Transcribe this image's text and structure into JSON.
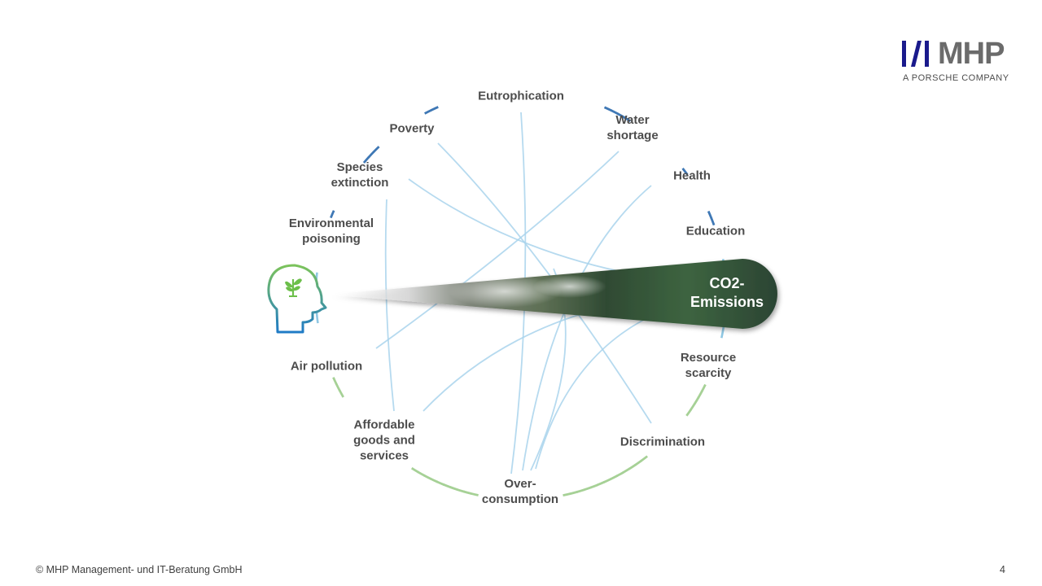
{
  "logo": {
    "word": "MHP",
    "subtitle": "A PORSCHE COMPANY"
  },
  "diagram": {
    "center": "CO2-\nEmissions",
    "nodes": [
      "Eutrophication",
      "Water\nshortage",
      "Health",
      "Education",
      "Resource\nscarcity",
      "Discrimination",
      "Over-\nconsumption",
      "Affordable\ngoods and\nservices",
      "Air pollution",
      "Environmental\npoisoning",
      "Species\nextinction",
      "Poverty"
    ],
    "colors": {
      "ring_blue": "#4a7fb8",
      "ring_green": "#9bc88e",
      "link": "#a9d4ec",
      "head_green": "#6cbf4a",
      "head_blue": "#1e7ec8",
      "forest_dark": "#2c4a36",
      "label": "#4d4d4d"
    }
  },
  "footer": {
    "copyright": "© MHP Management- und IT-Beratung GmbH",
    "page": "4"
  }
}
